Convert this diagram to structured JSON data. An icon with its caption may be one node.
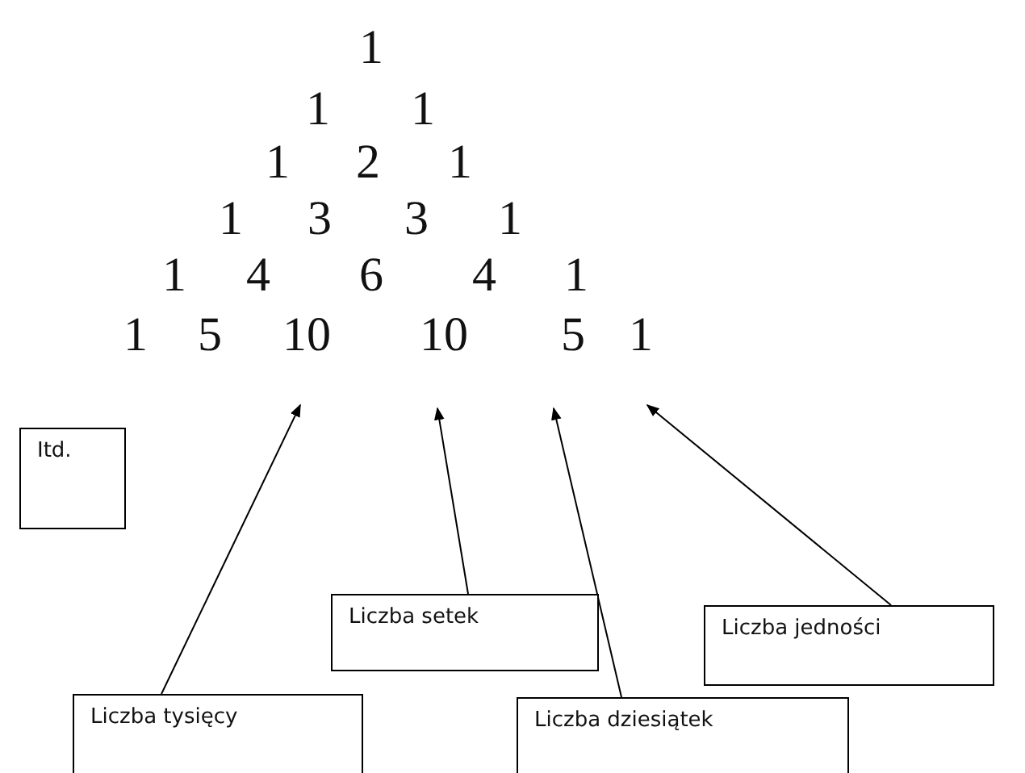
{
  "diagram": {
    "nodes": [
      {
        "text": [
          "10"
        ]
      },
      {
        "text": [
          "10"
        ]
      },
      {
        "text": [
          "5"
        ]
      },
      {
        "text": [
          "1"
        ]
      },
      {
        "text": [
          "Itd."
        ]
      },
      {
        "text": [
          "Liczba setek"
        ]
      },
      {
        "text": [
          "Liczba jedności"
        ]
      },
      {
        "text": [
          "Liczba tysięcy"
        ]
      },
      {
        "text": [
          "Liczba dziesiątek"
        ]
      }
    ],
    "edges": [
      {
        "from": 7,
        "to": 0,
        "arrow": "to"
      },
      {
        "from": 5,
        "to": 1,
        "arrow": "to"
      },
      {
        "from": 8,
        "to": 2,
        "arrow": "to"
      },
      {
        "from": 6,
        "to": 3,
        "arrow": "to"
      }
    ],
    "labels": [
      "1",
      "1",
      "1",
      "1",
      "2",
      "1",
      "1",
      "3",
      "3",
      "1",
      "1",
      "4",
      "6",
      "4",
      "1",
      "1",
      "5"
    ]
  }
}
